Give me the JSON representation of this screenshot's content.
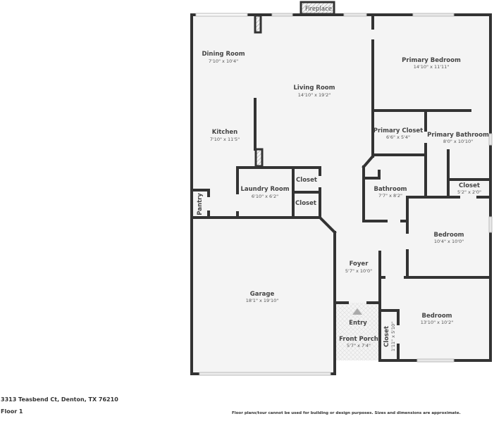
{
  "plan": {
    "fireplace": "Fireplace",
    "entry_label": "Entry",
    "rooms": {
      "dining": {
        "name": "Dining Room",
        "dim": "7'10\" x 10'4\""
      },
      "living": {
        "name": "Living Room",
        "dim": "14'10\" x 19'2\""
      },
      "primary_bedroom": {
        "name": "Primary Bedroom",
        "dim": "14'10\" x 11'11\""
      },
      "kitchen": {
        "name": "Kitchen",
        "dim": "7'10\" x 11'5\""
      },
      "primary_closet": {
        "name": "Primary Closet",
        "dim": "6'6\" x 5'4\""
      },
      "primary_bathroom": {
        "name": "Primary Bathroom",
        "dim": "8'0\" x 10'10\""
      },
      "laundry": {
        "name": "Laundry Room",
        "dim": "6'10\" x 6'2\""
      },
      "closet_upper": {
        "name": "Closet"
      },
      "closet_lower": {
        "name": "Closet"
      },
      "pantry": {
        "name": "Pantry"
      },
      "bathroom": {
        "name": "Bathroom",
        "dim": "7'7\" x 8'2\""
      },
      "closet_bath": {
        "name": "Closet",
        "dim": "5'2\" x 2'0\""
      },
      "bedroom1": {
        "name": "Bedroom",
        "dim": "10'4\" x 10'0\""
      },
      "foyer": {
        "name": "Foyer",
        "dim": "5'7\" x 10'0\""
      },
      "garage": {
        "name": "Garage",
        "dim": "18'1\" x 19'10\""
      },
      "front_porch": {
        "name": "Front Porch",
        "dim": "5'7\" x 7'4\""
      },
      "bedroom2": {
        "name": "Bedroom",
        "dim": "13'10\" x 10'2\""
      },
      "closet_bed2": {
        "name": "Closet",
        "dim": "1'11\" x 5'10\""
      }
    }
  },
  "footer": {
    "address": "3313 Teasbend Ct, Denton, TX 76210",
    "floor": "Floor 1",
    "disclaimer": "Floor plans/tour cannot be used for building or design purposes. Sizes and dimensions are approximate."
  }
}
